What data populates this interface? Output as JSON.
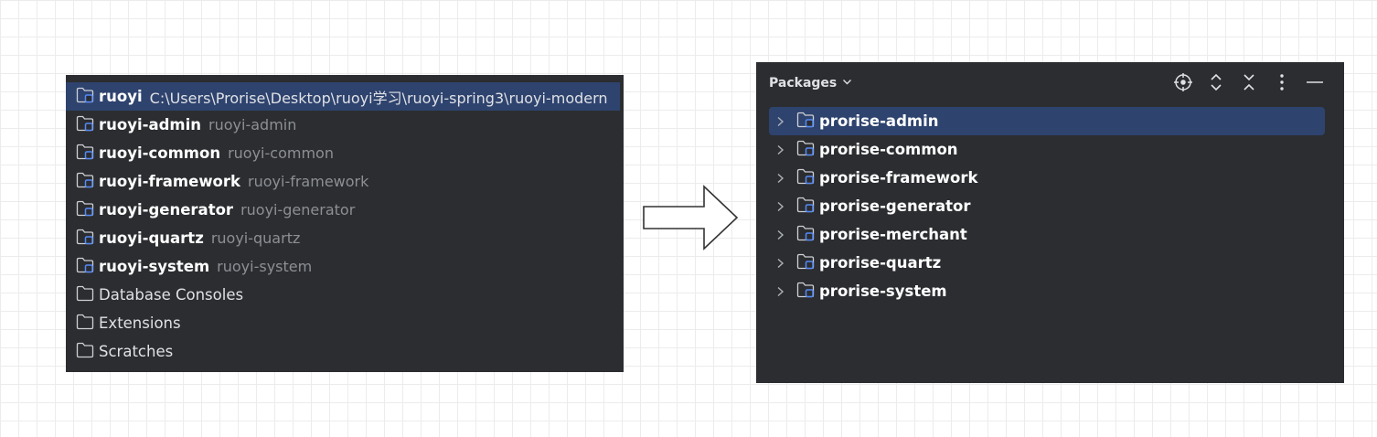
{
  "project_view": {
    "modules": [
      {
        "name": "ruoyi",
        "path": "C:\\Users\\Prorise\\Desktop\\ruoyi学习\\ruoyi-spring3\\ruoyi-modern",
        "selected": true
      },
      {
        "name": "ruoyi-admin",
        "path": "ruoyi-admin",
        "selected": false
      },
      {
        "name": "ruoyi-common",
        "path": "ruoyi-common",
        "selected": false
      },
      {
        "name": "ruoyi-framework",
        "path": "ruoyi-framework",
        "selected": false
      },
      {
        "name": "ruoyi-generator",
        "path": "ruoyi-generator",
        "selected": false
      },
      {
        "name": "ruoyi-quartz",
        "path": "ruoyi-quartz",
        "selected": false
      },
      {
        "name": "ruoyi-system",
        "path": "ruoyi-system",
        "selected": false
      }
    ],
    "folders": [
      {
        "name": "Database Consoles"
      },
      {
        "name": "Extensions"
      },
      {
        "name": "Scratches"
      }
    ]
  },
  "packages_view": {
    "title": "Packages",
    "toolbar_icons": [
      "locate-icon",
      "expand-all-icon",
      "collapse-all-icon",
      "more-options-icon",
      "hide-icon"
    ],
    "modules": [
      {
        "name": "prorise-admin",
        "selected": true
      },
      {
        "name": "prorise-common",
        "selected": false
      },
      {
        "name": "prorise-framework",
        "selected": false
      },
      {
        "name": "prorise-generator",
        "selected": false
      },
      {
        "name": "prorise-merchant",
        "selected": false
      },
      {
        "name": "prorise-quartz",
        "selected": false
      },
      {
        "name": "prorise-system",
        "selected": false
      }
    ]
  },
  "colors": {
    "panel_bg": "#2b2d30",
    "selection_bg": "#2e436e",
    "module_badge": "#548af7",
    "muted_text": "#8c8f94"
  }
}
